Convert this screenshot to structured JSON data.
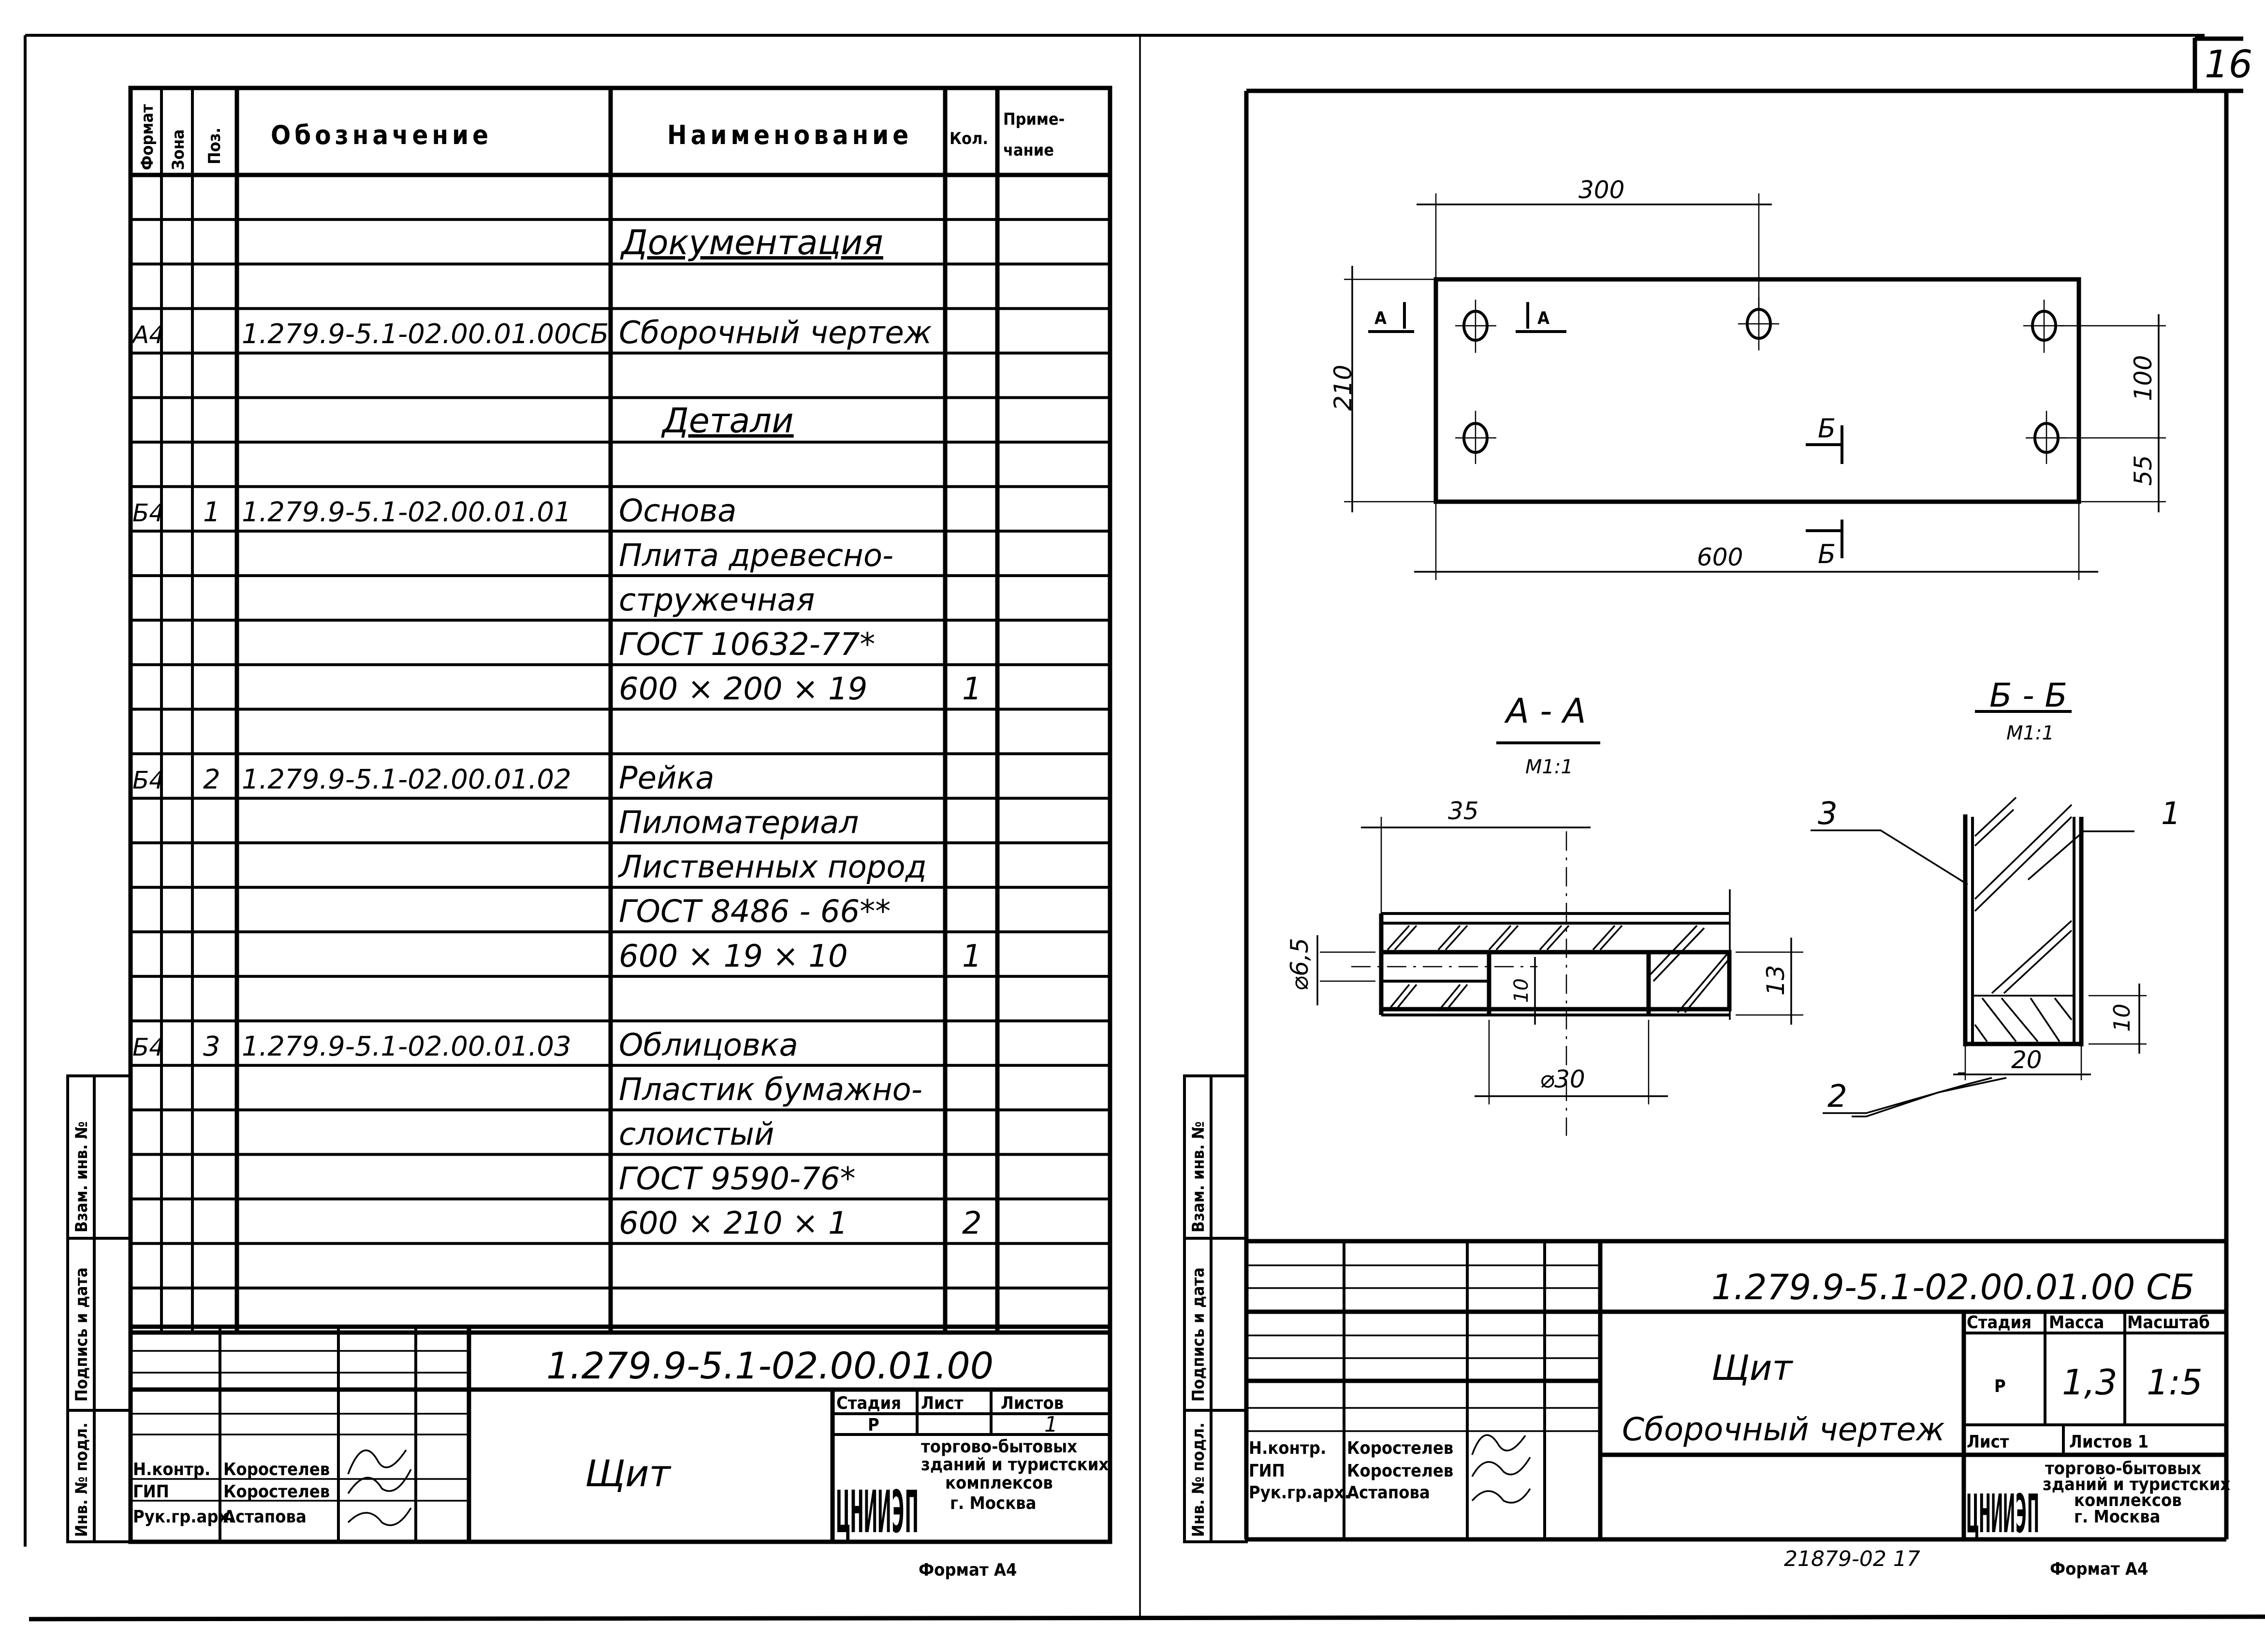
{
  "page_number": "16",
  "left_sheet": {
    "spec_table": {
      "headers": {
        "format": "Формат",
        "zone": "Зона",
        "pos": "Поз.",
        "designation": "Обозначение",
        "name": "Наименование",
        "qty": "Кол.",
        "note_line1": "Приме-",
        "note_line2": "чание"
      },
      "rows": [
        {
          "format": "",
          "pos": "",
          "designation": "",
          "name": "",
          "qty": ""
        },
        {
          "format": "",
          "pos": "",
          "designation": "",
          "name": "Документация",
          "qty": "",
          "section": true
        },
        {
          "format": "",
          "pos": "",
          "designation": "",
          "name": "",
          "qty": ""
        },
        {
          "format": "А4",
          "pos": "",
          "designation": "1.279.9-5.1-02.00.01.00СБ",
          "name": "Сборочный чертеж",
          "qty": ""
        },
        {
          "format": "",
          "pos": "",
          "designation": "",
          "name": "",
          "qty": ""
        },
        {
          "format": "",
          "pos": "",
          "designation": "",
          "name": "Детали",
          "qty": "",
          "section": true
        },
        {
          "format": "",
          "pos": "",
          "designation": "",
          "name": "",
          "qty": ""
        },
        {
          "format": "Б4",
          "pos": "1",
          "designation": "1.279.9-5.1-02.00.01.01",
          "name": "Основа",
          "qty": ""
        },
        {
          "format": "",
          "pos": "",
          "designation": "",
          "name": "Плита древесно-",
          "qty": ""
        },
        {
          "format": "",
          "pos": "",
          "designation": "",
          "name": "стружечная",
          "qty": ""
        },
        {
          "format": "",
          "pos": "",
          "designation": "",
          "name": "ГОСТ 10632-77*",
          "qty": ""
        },
        {
          "format": "",
          "pos": "",
          "designation": "",
          "name": "600 × 200 × 19",
          "qty": "1"
        },
        {
          "format": "",
          "pos": "",
          "designation": "",
          "name": "",
          "qty": ""
        },
        {
          "format": "Б4",
          "pos": "2",
          "designation": "1.279.9-5.1-02.00.01.02",
          "name": "Рейка",
          "qty": ""
        },
        {
          "format": "",
          "pos": "",
          "designation": "",
          "name": "Пиломатериал",
          "qty": ""
        },
        {
          "format": "",
          "pos": "",
          "designation": "",
          "name": "Лиственных пород",
          "qty": ""
        },
        {
          "format": "",
          "pos": "",
          "designation": "",
          "name": "ГОСТ 8486 - 66**",
          "qty": ""
        },
        {
          "format": "",
          "pos": "",
          "designation": "",
          "name": "600 × 19 × 10",
          "qty": "1"
        },
        {
          "format": "",
          "pos": "",
          "designation": "",
          "name": "",
          "qty": ""
        },
        {
          "format": "Б4",
          "pos": "3",
          "designation": "1.279.9-5.1-02.00.01.03",
          "name": "Облицовка",
          "qty": ""
        },
        {
          "format": "",
          "pos": "",
          "designation": "",
          "name": "Пластик бумажно-",
          "qty": ""
        },
        {
          "format": "",
          "pos": "",
          "designation": "",
          "name": "слоистый",
          "qty": ""
        },
        {
          "format": "",
          "pos": "",
          "designation": "",
          "name": "ГОСТ 9590-76*",
          "qty": ""
        },
        {
          "format": "",
          "pos": "",
          "designation": "",
          "name": "600 × 210 × 1",
          "qty": "2"
        },
        {
          "format": "",
          "pos": "",
          "designation": "",
          "name": "",
          "qty": ""
        },
        {
          "format": "",
          "pos": "",
          "designation": "",
          "name": "",
          "qty": ""
        }
      ]
    },
    "side_stamp": [
      "Взам. инв. №",
      "Подпись и дата",
      "Инв. № подл."
    ],
    "title_block": {
      "doc_code": "1.279.9-5.1-02.00.01.00",
      "title": "Щит",
      "stage_label": "Стадия",
      "sheet_label": "Лист",
      "sheets_label": "Листов",
      "stage_value": "Р",
      "sheet_value": "",
      "sheets_value": "1",
      "people": [
        {
          "role": "Н.контр.",
          "name": "Коростелев"
        },
        {
          "role": "ГИП",
          "name": "Коростелев"
        },
        {
          "role": "Рук.гр.арх.",
          "name": "Астапова"
        }
      ],
      "org_logo": "ЦНИИЭП",
      "org_lines": [
        "торгово-бытовых",
        "зданий и туристских",
        "комплексов",
        "г. Москва"
      ]
    },
    "format_label": "Формат А4"
  },
  "right_sheet": {
    "plan_view": {
      "dims": {
        "overall_length": "600",
        "overall_height": "210",
        "hole_offset": "300",
        "hole_spacing": "100",
        "edge_offset": "55"
      },
      "section_marks": {
        "a_left": "А",
        "a_right": "А",
        "b_top": "Б",
        "b_bottom": "Б"
      }
    },
    "section_aa": {
      "title": "А - А",
      "scale": "М1:1",
      "dims": {
        "depth": "35",
        "hole_dia": "⌀6,5",
        "counterbore": "⌀30",
        "cb_depth": "10",
        "thickness": "13"
      }
    },
    "section_bb": {
      "title": "Б - Б",
      "scale": "М1:1",
      "dims": {
        "width": "20",
        "rail": "10"
      },
      "callouts": [
        "1",
        "2",
        "3"
      ]
    },
    "side_stamp": [
      "Взам. инв. №",
      "Подпись и дата",
      "Инв. № подл."
    ],
    "title_block": {
      "doc_code": "1.279.9-5.1-02.00.01.00 СБ",
      "title_line1": "Щит",
      "title_line2": "Сборочный чертеж",
      "stage_label": "Стадия",
      "mass_label": "Масса",
      "scale_label": "Масштаб",
      "stage_value": "Р",
      "mass_value": "1,3",
      "scale_value": "1:5",
      "sheet_label": "Лист",
      "sheets_label": "Листов 1",
      "people": [
        {
          "role": "Н.контр.",
          "name": "Коростелев"
        },
        {
          "role": "ГИП",
          "name": "Коростелев"
        },
        {
          "role": "Рук.гр.арх.",
          "name": "Астапова"
        }
      ],
      "org_logo": "ЦНИИЭП",
      "org_lines": [
        "торгово-бытовых",
        "зданий и туристских",
        "комплексов",
        "г. Москва"
      ]
    },
    "archive_number": "21879-02   17",
    "format_label": "Формат А4"
  }
}
